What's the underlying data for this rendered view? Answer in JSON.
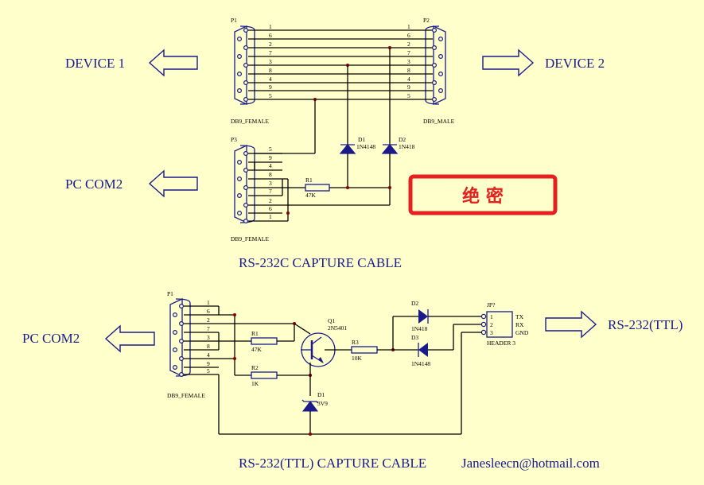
{
  "labels": {
    "device1": "DEVICE  1",
    "device2": "DEVICE  2",
    "pc_com2_top": "PC   COM2",
    "pc_com2_bottom": "PC   COM2",
    "rs232_ttl": "RS-232(TTL)",
    "title_top": "RS-232C CAPTURE CABLE",
    "title_bottom": "RS-232(TTL) CAPTURE CABLE",
    "email": "Janesleecn@hotmail.com",
    "stamp": "绝 密"
  },
  "top": {
    "p1": "P1",
    "p2": "P2",
    "p3": "P3",
    "p1_type": "DB9_FEMALE",
    "p2_type": "DB9_MALE",
    "p3_type": "DB9_FEMALE",
    "pins": [
      "1",
      "6",
      "2",
      "7",
      "3",
      "8",
      "4",
      "9",
      "5"
    ],
    "p3_pins": [
      "5",
      "9",
      "4",
      "8",
      "3",
      "7",
      "2",
      "6",
      "1"
    ],
    "d1": "D1",
    "d1_val": "1N4148",
    "d2": "D2",
    "d2_val": "1N418",
    "r1": "R1",
    "r1_val": "47K"
  },
  "bottom": {
    "p1": "P1",
    "p1_type": "DB9_FEMALE",
    "pins": [
      "1",
      "6",
      "2",
      "7",
      "3",
      "8",
      "4",
      "9",
      "5"
    ],
    "r1": "R1",
    "r1_val": "47K",
    "r2": "R2",
    "r2_val": "1K",
    "q1": "Q1",
    "q1_val": "2N5401",
    "r3": "R3",
    "r3_val": "10K",
    "d1": "D1",
    "d1_val": "3V9",
    "d2": "D2",
    "d2_val": "1N418",
    "d3": "D3",
    "d3_val": "1N4148",
    "jp": "JP?",
    "jp_val": "HEADER 3",
    "jp_pins": [
      "1",
      "2",
      "3"
    ],
    "jp_sigs": [
      "TX",
      "RX",
      "GND"
    ]
  },
  "colors": {
    "background": "#FFFFCC",
    "line": "#1a1a8c",
    "wire": "#000000",
    "stamp": "#E52020",
    "junction": "#8B0000"
  }
}
